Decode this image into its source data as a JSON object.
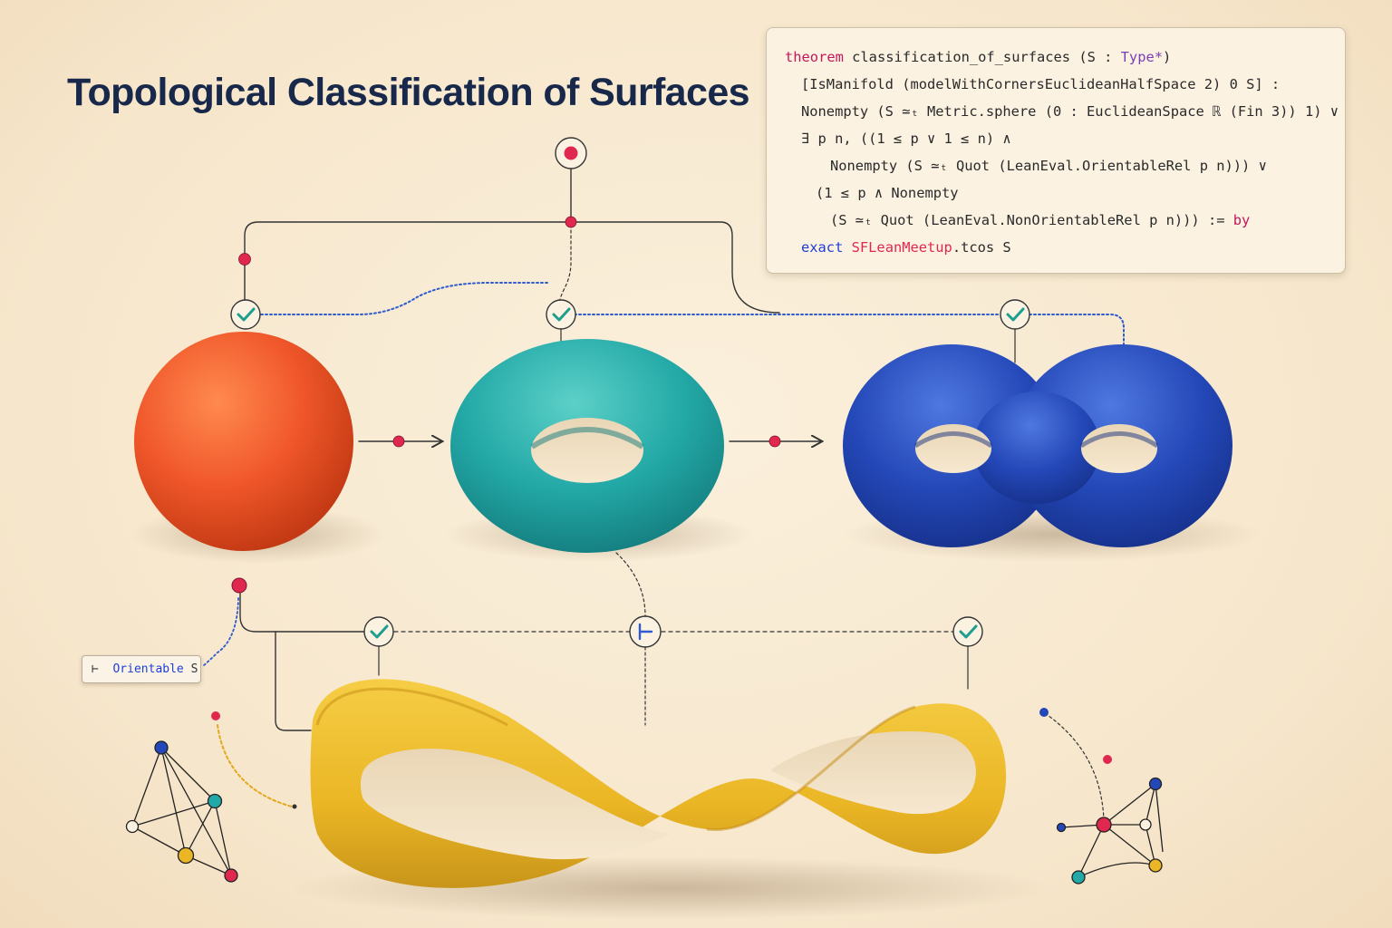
{
  "title": "Topological Classification of Surfaces",
  "code": {
    "theorem_keyword": "theorem",
    "theorem_name": " classification_of_surfaces (S : ",
    "type_keyword": "Type*",
    "line1_end": ")",
    "line2": "[IsManifold (modelWithCornersEuclideanHalfSpace 2) 0 S] :",
    "line3": "Nonempty (S ≃ₜ Metric.sphere (0 : EuclideanSpace ℝ (Fin 3)) 1) ∨",
    "line4": "∃ p n, ((1 ≤ p ∨ 1 ≤ n) ∧",
    "line5": "Nonempty (S ≃ₜ Quot (LeanEval.OrientableRel p n))) ∨",
    "line6": "(1 ≤ p ∧ Nonempty",
    "line7_text": "(S ≃ₜ Quot (LeanEval.NonOrientableRel p n))) := ",
    "line7_by": "by",
    "line8_exact": "exact",
    "line8_ref": "SFLeanMeetup",
    "line8_rest": ".tcos S"
  },
  "tag": {
    "turnstile": "⊢",
    "keyword": "Orientable",
    "argument": " S"
  },
  "icons": {
    "check": "check-icon",
    "turnstile": "turnstile-icon",
    "node": "red-node-icon"
  },
  "colors": {
    "sphere": "#f0572a",
    "torus": "#22a8a6",
    "double_torus": "#2448b8",
    "mobius": "#eab625",
    "node_red": "#e0284f",
    "check_teal": "#1e9e8e",
    "link_blue": "#2e5bd0",
    "title_navy": "#17284a"
  }
}
